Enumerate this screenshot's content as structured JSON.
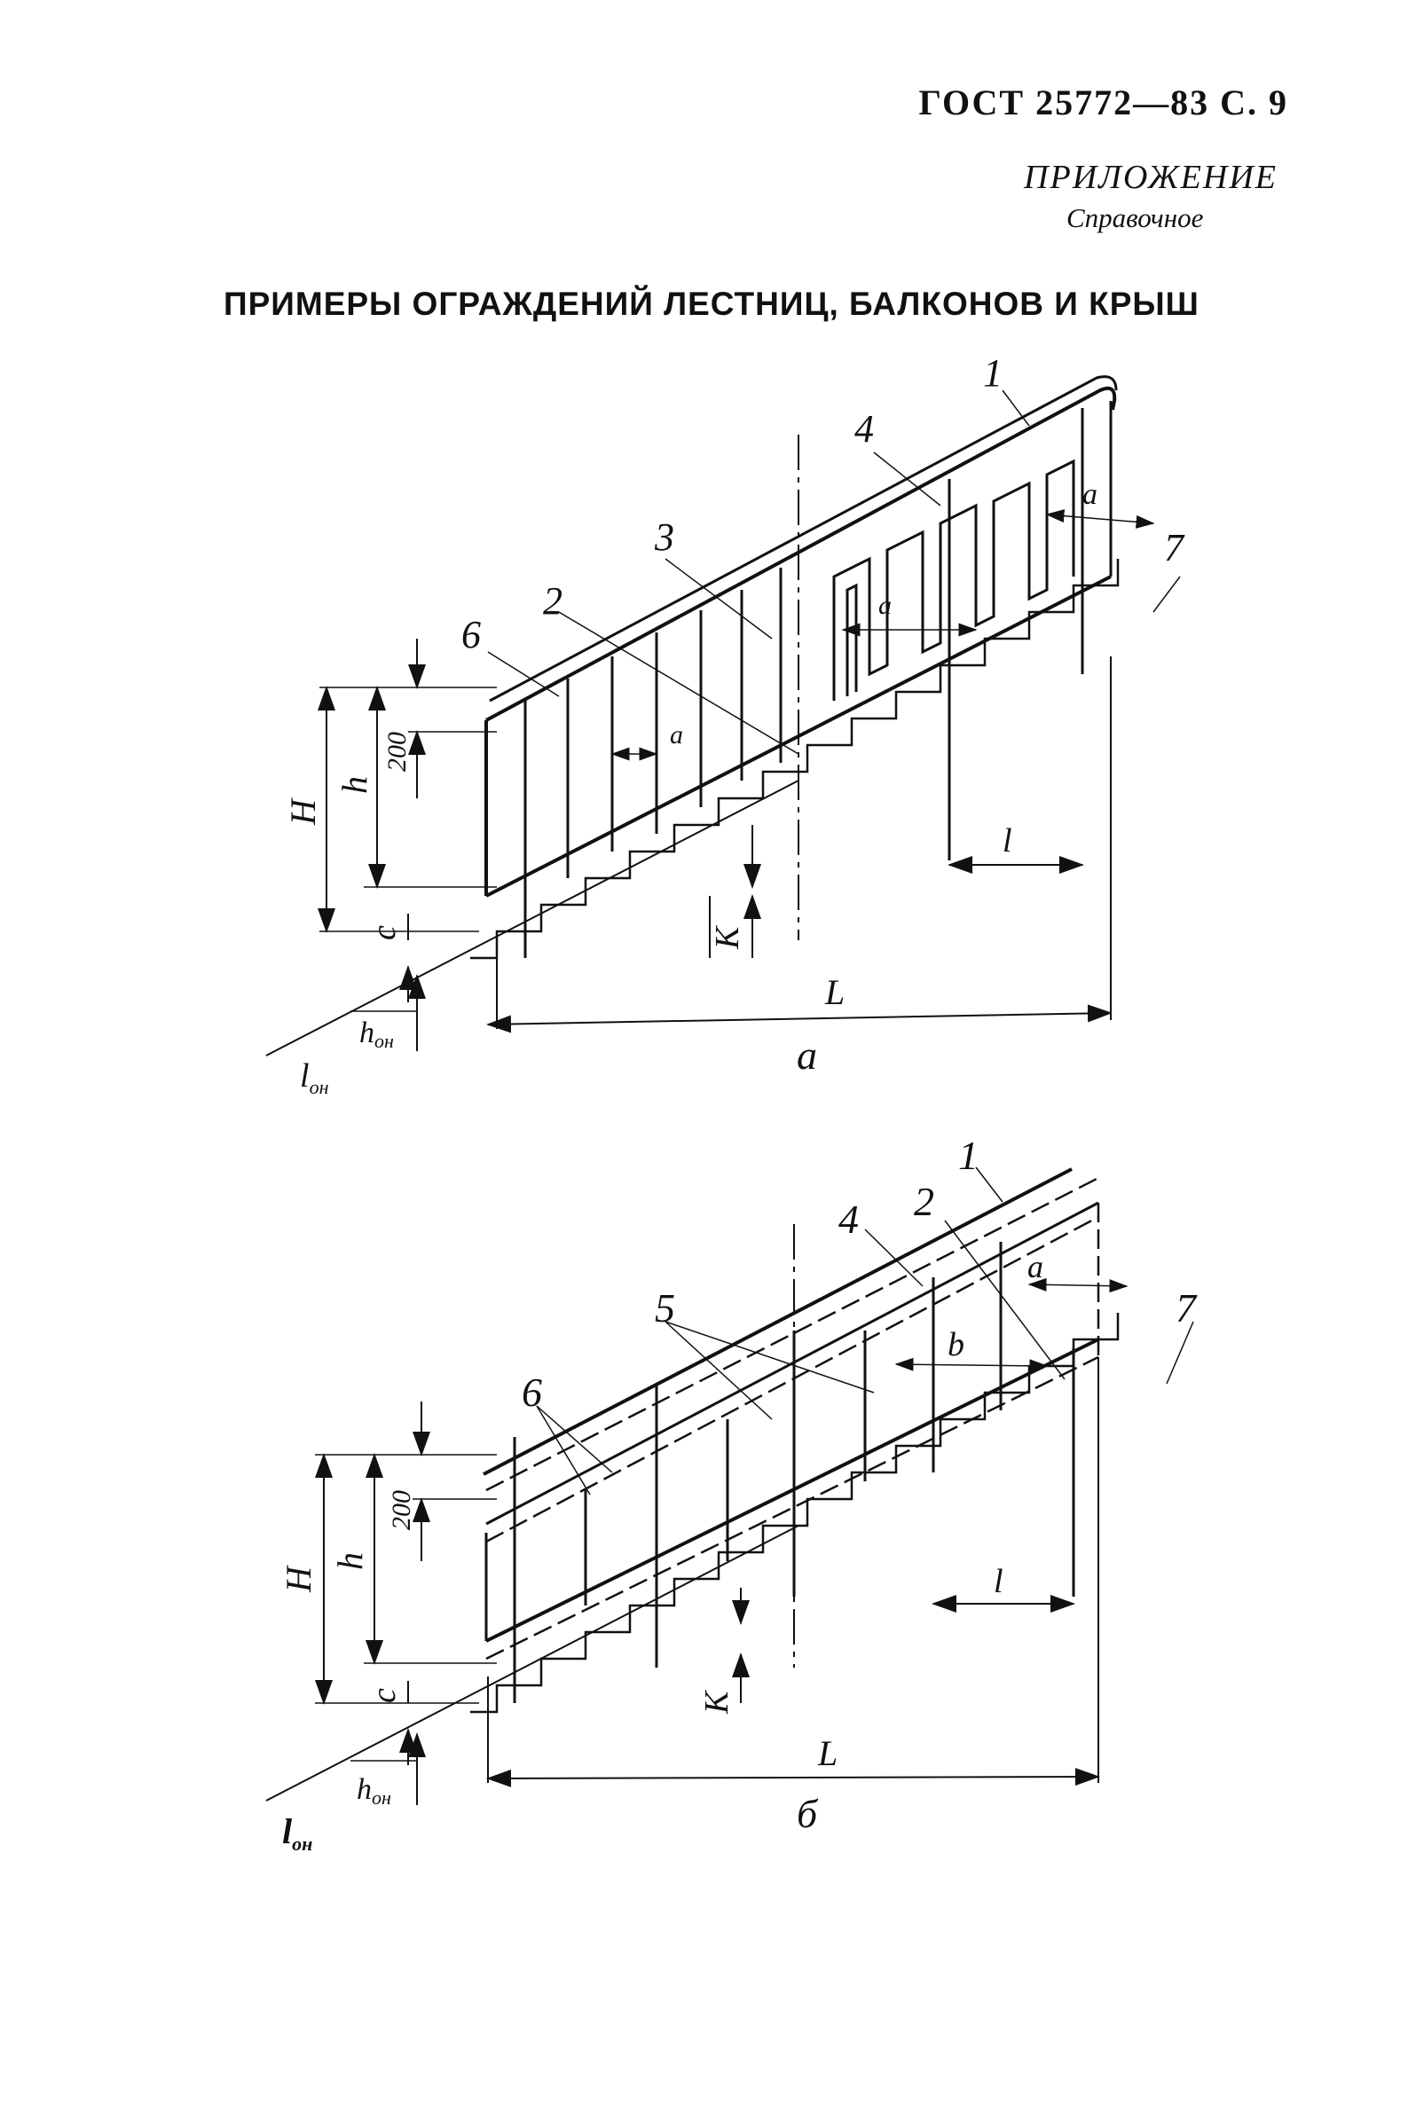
{
  "header": {
    "doc_ref": "ГОСТ 25772—83 С. 9"
  },
  "appendix": {
    "title": "ПРИЛОЖЕНИЕ",
    "note": "Справочное"
  },
  "page_title": "ПРИМЕРЫ ОГРАЖДЕНИЙ ЛЕСТНИЦ, БАЛКОНОВ И КРЫШ",
  "figure_a": {
    "caption": "а",
    "callouts": [
      "1",
      "2",
      "3",
      "4",
      "6",
      "7"
    ],
    "dims": {
      "H": "H",
      "h": "h",
      "top": "200",
      "c": "c",
      "K": "К",
      "a": "a",
      "l": "l",
      "L": "L",
      "h_op": "h",
      "h_op_sub": "он",
      "l_op": "l",
      "l_op_sub": "он"
    }
  },
  "figure_b": {
    "caption": "б",
    "callouts": [
      "1",
      "2",
      "4",
      "5",
      "6",
      "7"
    ],
    "dims": {
      "H": "H",
      "h": "h",
      "top": "200",
      "c": "c",
      "K": "К",
      "a": "a",
      "b": "b",
      "l": "l",
      "L": "L",
      "h_op": "h",
      "h_op_sub": "он",
      "l_op": "l",
      "l_op_sub": "он"
    }
  }
}
